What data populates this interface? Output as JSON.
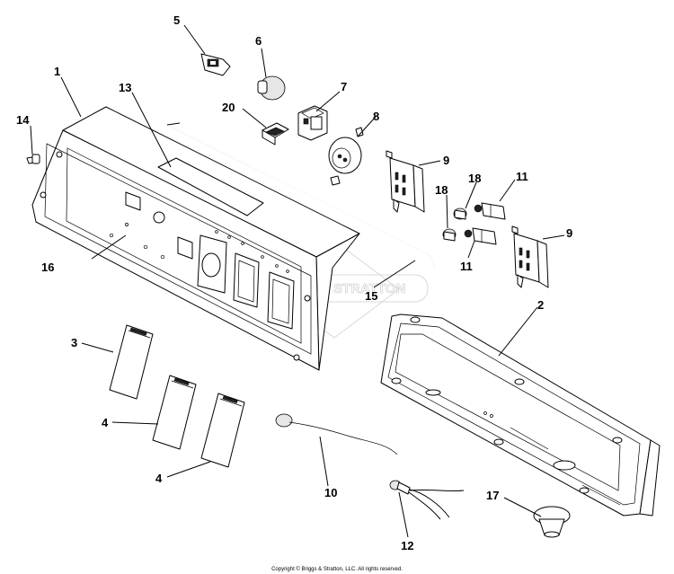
{
  "diagram": {
    "watermark": "BRIGGS & STRATTON",
    "copyright": "Copyright © Briggs & Stratton, LLC. All rights reserved.",
    "callouts": [
      {
        "id": "c1",
        "label": "1"
      },
      {
        "id": "c2",
        "label": "2"
      },
      {
        "id": "c3",
        "label": "3"
      },
      {
        "id": "c4a",
        "label": "4"
      },
      {
        "id": "c4b",
        "label": "4"
      },
      {
        "id": "c5",
        "label": "5"
      },
      {
        "id": "c6",
        "label": "6"
      },
      {
        "id": "c7",
        "label": "7"
      },
      {
        "id": "c8",
        "label": "8"
      },
      {
        "id": "c9a",
        "label": "9"
      },
      {
        "id": "c9b",
        "label": "9"
      },
      {
        "id": "c10",
        "label": "10"
      },
      {
        "id": "c11a",
        "label": "11"
      },
      {
        "id": "c11b",
        "label": "11"
      },
      {
        "id": "c12",
        "label": "12"
      },
      {
        "id": "c13",
        "label": "13"
      },
      {
        "id": "c14",
        "label": "14"
      },
      {
        "id": "c15",
        "label": "15"
      },
      {
        "id": "c16",
        "label": "16"
      },
      {
        "id": "c17",
        "label": "17"
      },
      {
        "id": "c18a",
        "label": "18"
      },
      {
        "id": "c18b",
        "label": "18"
      },
      {
        "id": "c20",
        "label": "20"
      }
    ]
  }
}
